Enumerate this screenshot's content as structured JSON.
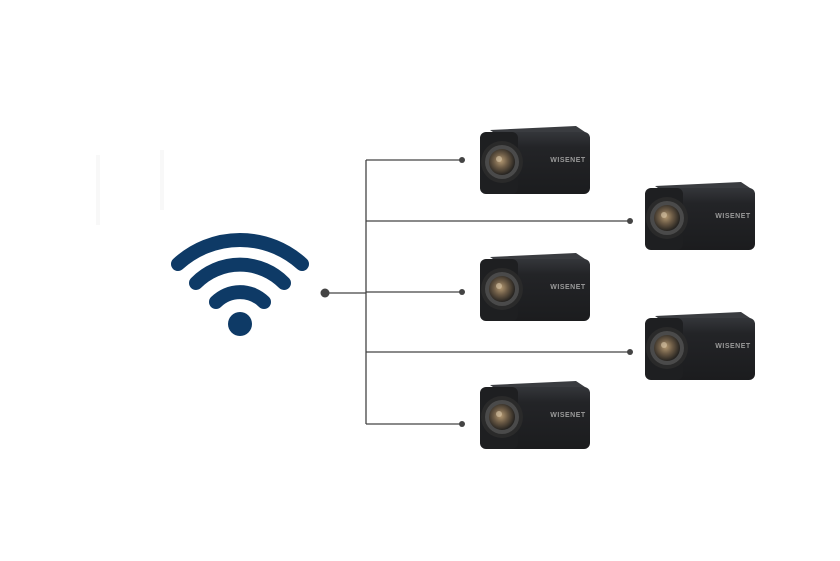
{
  "colors": {
    "wifi": "#0e3a66",
    "connector": "#444444",
    "camera_body": "#222326",
    "camera_top": "#303236",
    "lens_ring": "#4a4a4a",
    "lens_glass": "#6b5a45",
    "brand_text": "#9a9a9a"
  },
  "wifi_icon": {
    "icon": "wifi-icon",
    "color": "#0e3a66"
  },
  "cameras": [
    {
      "name": "camera-1",
      "brand": "WISENET"
    },
    {
      "name": "camera-2",
      "brand": "WISENET"
    },
    {
      "name": "camera-3",
      "brand": "WISENET"
    },
    {
      "name": "camera-4",
      "brand": "WISENET"
    },
    {
      "name": "camera-5",
      "brand": "WISENET"
    }
  ]
}
